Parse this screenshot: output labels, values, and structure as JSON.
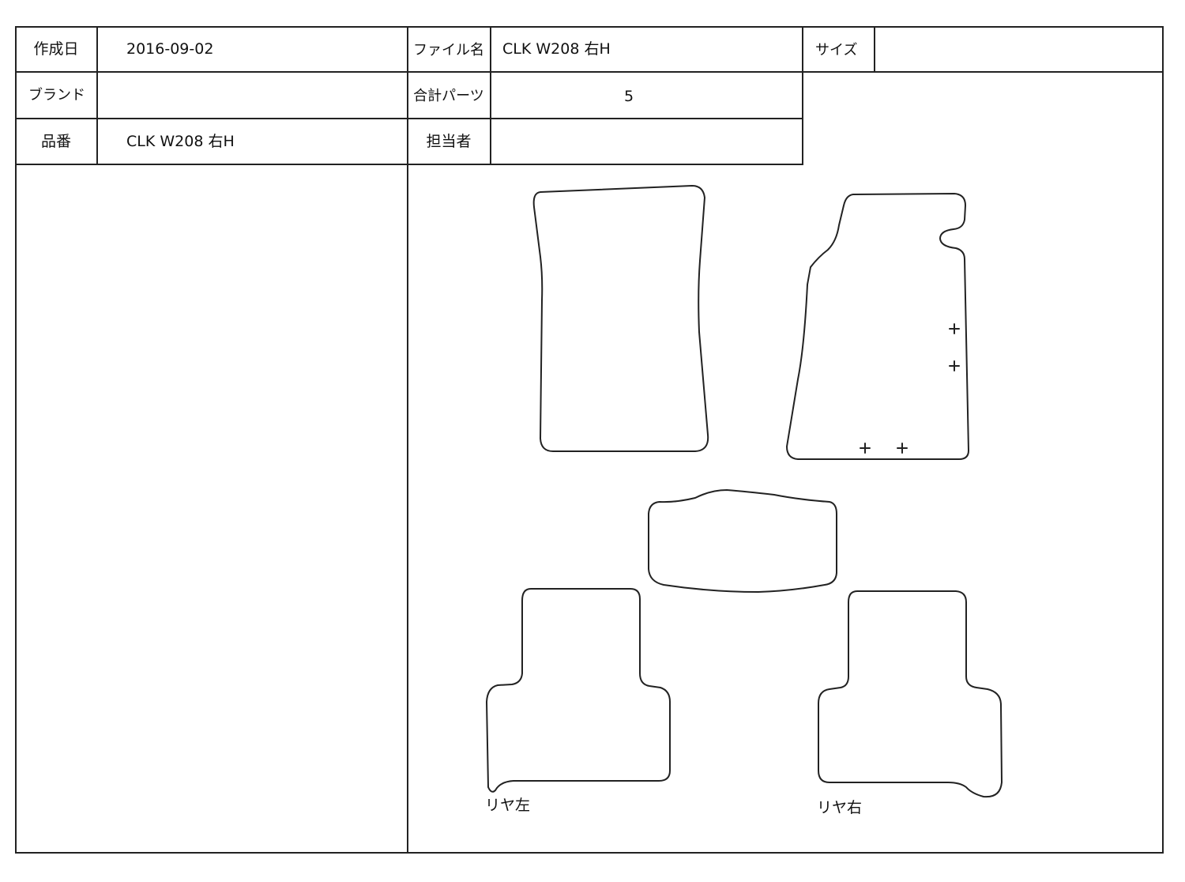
{
  "header": {
    "created_label": "作成日",
    "created_value": "2016-09-02",
    "filename_label": "ファイル名",
    "filename_value": "CLK W208 右H",
    "size_label": "サイズ",
    "size_value": "",
    "brand_label": "ブランド",
    "brand_value": "",
    "total_parts_label": "合計パーツ",
    "total_parts_value": "5",
    "part_no_label": "品番",
    "part_no_value": "CLK W208 右H",
    "staff_label": "担当者",
    "staff_value": ""
  },
  "drawing": {
    "rear_left_label": "リヤ左",
    "rear_right_label": "リヤ右",
    "stroke_color": "#222222"
  }
}
